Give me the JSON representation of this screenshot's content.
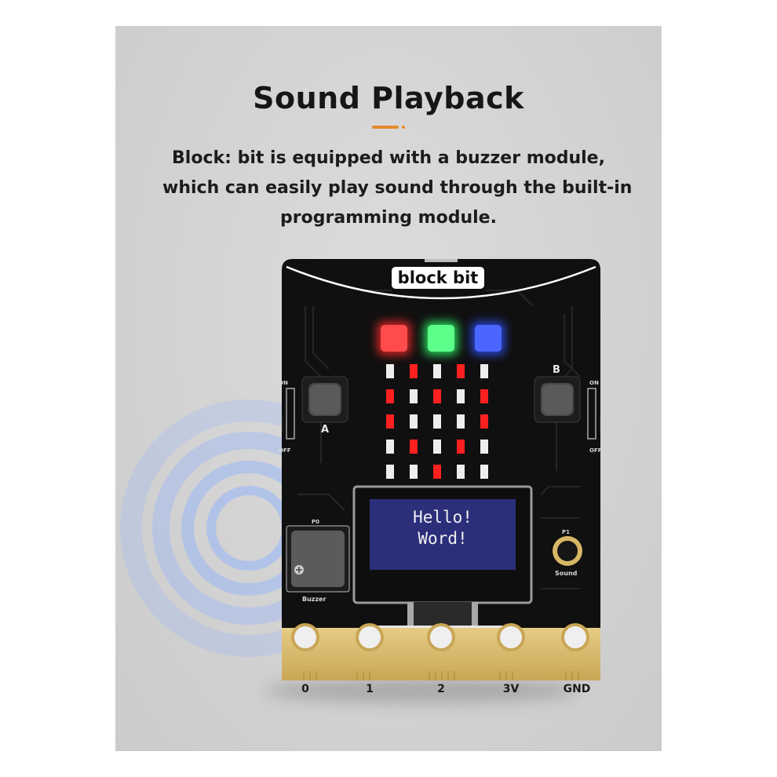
{
  "heading": {
    "title": "Sound Playback"
  },
  "description": {
    "lines": [
      "Block: bit is equipped with a buzzer module,",
      "which can easily play sound through the built-in",
      "programming module."
    ]
  },
  "board": {
    "logo": "block bit",
    "button_a": "A",
    "button_b": "B",
    "switch_on_left": "ON",
    "switch_off_left": "OFF",
    "switch_on_right": "ON",
    "switch_off_right": "OFF",
    "buzzer_pin": "P0",
    "buzzer_label": "Buzzer",
    "sound_pin": "P1",
    "sound_label": "Sound",
    "screen_lines": [
      "Hello!",
      "Word!"
    ],
    "edge_pins": [
      "0",
      "1",
      "2",
      "3V",
      "GND"
    ],
    "rgb_colors": [
      "#ff2a2a",
      "#2dff6a",
      "#2f52ff"
    ],
    "accent_color": "#e98a2c",
    "gold_color": "#d7b766"
  }
}
